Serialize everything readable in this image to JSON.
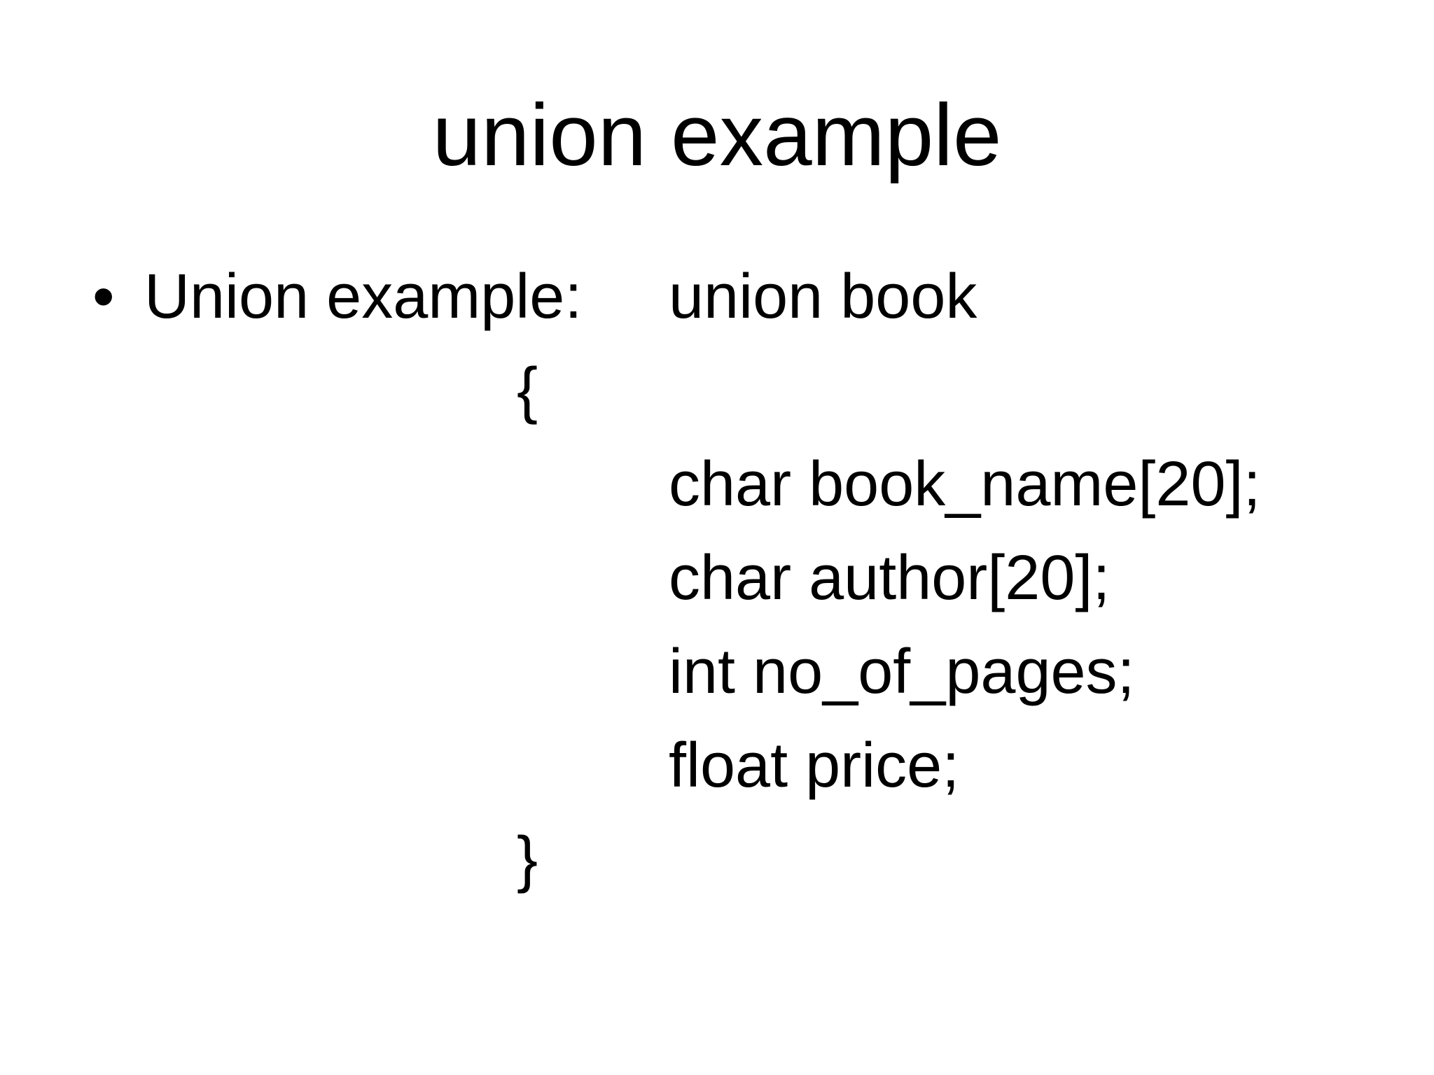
{
  "slide": {
    "title": "union example",
    "bullet": {
      "marker": "•",
      "label": "Union example:"
    },
    "code": {
      "header": "union book",
      "open_brace": "{",
      "members": [
        "char book_name[20];",
        "char author[20];",
        "int no_of_pages;",
        "float price;"
      ],
      "close_brace": "}"
    },
    "colors": {
      "background": "#ffffff",
      "text": "#000000"
    }
  }
}
